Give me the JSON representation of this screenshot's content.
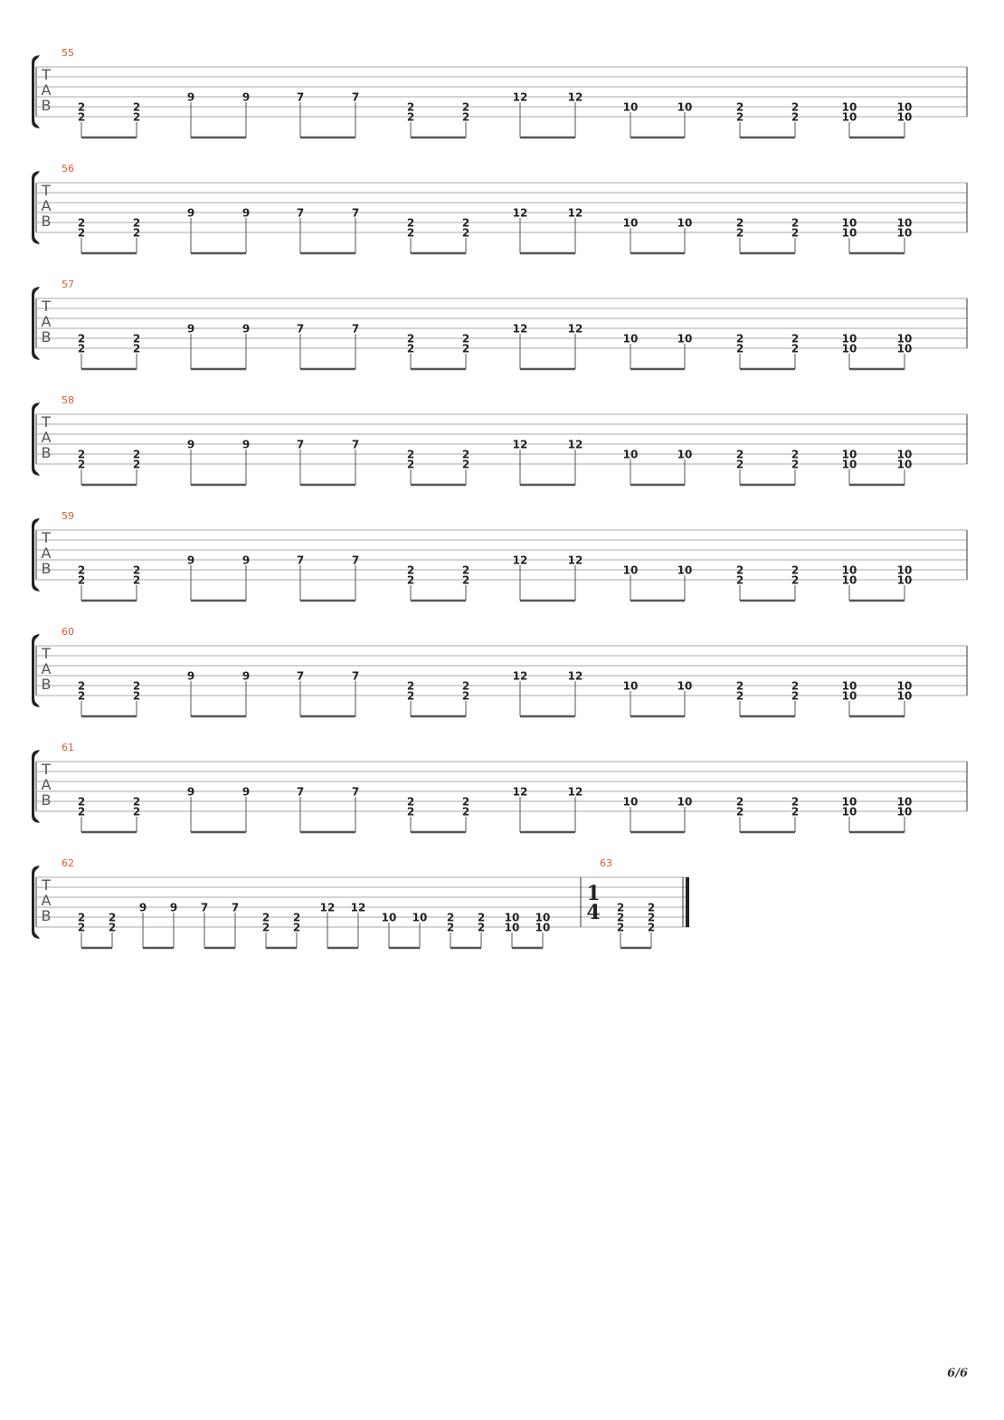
{
  "page": {
    "number_label": "6/6"
  },
  "tab_clef_letters": [
    "T",
    "A",
    "B"
  ],
  "pattern_bar": [
    {
      "strings": [
        5,
        6
      ],
      "frets": [
        "2",
        "2"
      ]
    },
    {
      "strings": [
        5,
        6
      ],
      "frets": [
        "2",
        "2"
      ]
    },
    {
      "strings": [
        4
      ],
      "frets": [
        "9"
      ]
    },
    {
      "strings": [
        4
      ],
      "frets": [
        "9"
      ]
    },
    {
      "strings": [
        4
      ],
      "frets": [
        "7"
      ]
    },
    {
      "strings": [
        4
      ],
      "frets": [
        "7"
      ]
    },
    {
      "strings": [
        5,
        6
      ],
      "frets": [
        "2",
        "2"
      ]
    },
    {
      "strings": [
        5,
        6
      ],
      "frets": [
        "2",
        "2"
      ]
    },
    {
      "strings": [
        4
      ],
      "frets": [
        "12"
      ]
    },
    {
      "strings": [
        4
      ],
      "frets": [
        "12"
      ]
    },
    {
      "strings": [
        5
      ],
      "frets": [
        "10"
      ]
    },
    {
      "strings": [
        5
      ],
      "frets": [
        "10"
      ]
    },
    {
      "strings": [
        5,
        6
      ],
      "frets": [
        "2",
        "2"
      ]
    },
    {
      "strings": [
        5,
        6
      ],
      "frets": [
        "2",
        "2"
      ]
    },
    {
      "strings": [
        5,
        6
      ],
      "frets": [
        "10",
        "10"
      ]
    },
    {
      "strings": [
        5,
        6
      ],
      "frets": [
        "10",
        "10"
      ]
    }
  ],
  "systems": [
    {
      "measures": [
        {
          "number": "55",
          "uses_pattern": true
        }
      ]
    },
    {
      "measures": [
        {
          "number": "56",
          "uses_pattern": true
        }
      ]
    },
    {
      "measures": [
        {
          "number": "57",
          "uses_pattern": true
        }
      ]
    },
    {
      "measures": [
        {
          "number": "58",
          "uses_pattern": true
        }
      ]
    },
    {
      "measures": [
        {
          "number": "59",
          "uses_pattern": true
        }
      ]
    },
    {
      "measures": [
        {
          "number": "60",
          "uses_pattern": true
        }
      ]
    },
    {
      "measures": [
        {
          "number": "61",
          "uses_pattern": true
        }
      ]
    },
    {
      "measures": [
        {
          "number": "62",
          "uses_pattern": true
        },
        {
          "number": "63",
          "time_signature": {
            "top": "1",
            "bottom": "4"
          },
          "notes": [
            {
              "strings": [
                4,
                5,
                6
              ],
              "frets": [
                "2",
                "2",
                "2"
              ]
            },
            {
              "strings": [
                4,
                5,
                6
              ],
              "frets": [
                "2",
                "2",
                "2"
              ]
            }
          ],
          "final_barline": true
        }
      ]
    }
  ]
}
